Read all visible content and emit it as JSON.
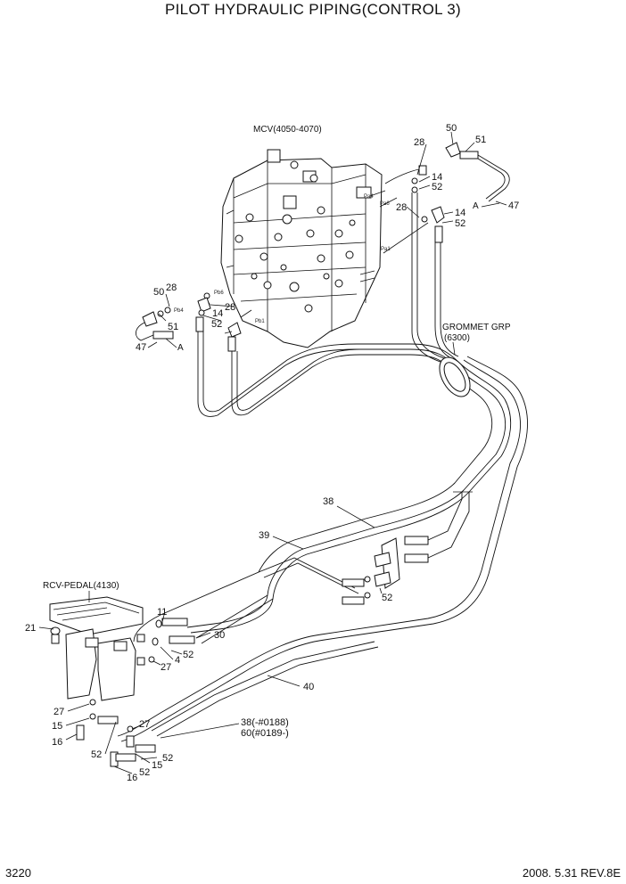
{
  "title": "PILOT HYDRAULIC PIPING(CONTROL 3)",
  "page_number": "3220",
  "revision": "2008. 5.31 REV.8E",
  "captions": {
    "mcv": "MCV(4050-4070)",
    "grommet_1": "GROMMET GRP",
    "grommet_2": "(6300)",
    "rcv_pedal": "RCV-PEDAL(4130)",
    "hose38_variant": "38(-#0188)",
    "hose60_variant": "60(#0189-)"
  },
  "callouts": {
    "c50_top": "50",
    "c28_top": "28",
    "c51_top": "51",
    "c14_a": "14",
    "c52_a": "52",
    "c28_mid": "28",
    "c14_b": "14",
    "c52_b": "52",
    "c47_right": "47",
    "a_right": "A",
    "c50_left": "50",
    "c28_left": "28",
    "c51_left": "51",
    "c47_left": "47",
    "a_left": "A",
    "c28_center": "28",
    "c14_center": "14",
    "c52_center": "52",
    "c38": "38",
    "c39": "39",
    "c52_valve": "52",
    "c11": "11",
    "c30": "30",
    "c21": "21",
    "c27_a": "27",
    "c4": "4",
    "c52_pedal": "52",
    "c40": "40",
    "c27_b": "27",
    "c15_a": "15",
    "c16_a": "16",
    "c52_c": "52",
    "c27_c": "27",
    "c15_b": "15",
    "c52_d": "52",
    "c16_b": "16",
    "c52_e": "52"
  },
  "port_marks": {
    "pa4": "Pa4",
    "pa6": "Pa6",
    "pa1": "Pa1",
    "pb4": "Pb4",
    "pb6": "Pb6",
    "pb1": "Pb1"
  }
}
